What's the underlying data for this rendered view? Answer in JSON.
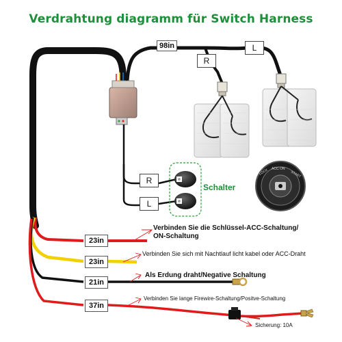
{
  "title": "Verdrahtung diagramm für Switch Harness",
  "cable_label_top": "98in",
  "side_labels": {
    "right": "R",
    "left": "L"
  },
  "switch_labels": {
    "right": "R",
    "left": "L"
  },
  "switch_caption": "Schalter",
  "wires": [
    {
      "length": "23in",
      "color": "#e01b1b",
      "note_line1": "Verbinden Sie die Schlüssel-ACC-Schaltung/",
      "note_line2": "ON-Schaltung"
    },
    {
      "length": "23in",
      "color": "#f3d000",
      "note_line1": "Verbinden Sie sich mit Nachtlauf licht kabel oder ACC-Draht",
      "note_line2": ""
    },
    {
      "length": "21in",
      "color": "#111111",
      "note_line1": "Als Erdung draht/Negative Schaltung",
      "note_line2": ""
    },
    {
      "length": "37in",
      "color": "#e01b1b",
      "note_line1": "Verbinden Sie lange Firewire-Schaltung/Positve-Schaltung",
      "note_line2": ""
    }
  ],
  "fuse_label": "Sicherung: 10A",
  "ignition_ring_text": "LOCK · ACC · ON · START"
}
